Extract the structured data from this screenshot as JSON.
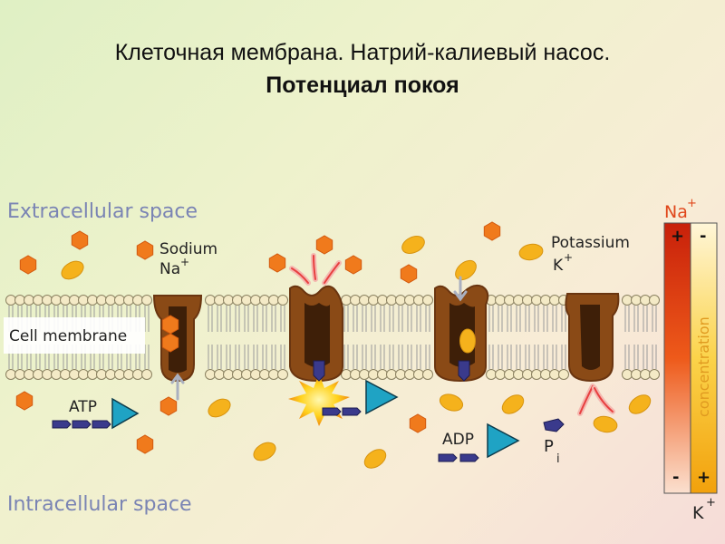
{
  "slide": {
    "title": "Клеточная мембрана. Натрий-калиевый насос.",
    "subtitle": "Потенциал покоя"
  },
  "diagram": {
    "extracellular_label": "Extracellular space",
    "intracellular_label": "Intracellular space",
    "membrane_label": "Cell membrane",
    "sodium_label": "Sodium",
    "sodium_symbol": "Na",
    "sodium_charge": "+",
    "potassium_label": "Potassium",
    "potassium_symbol": "K",
    "potassium_charge": "+",
    "atp_label": "ATP",
    "adp_label": "ADP",
    "pi_label": "P",
    "pi_sub": "i",
    "gradient": {
      "na_symbol": "Na",
      "na_charge": "+",
      "k_symbol": "K",
      "k_charge": "+",
      "concentration_label": "concentration",
      "na_top_sign": "+",
      "na_bottom_sign": "-",
      "k_top_sign": "-",
      "k_bottom_sign": "+"
    },
    "colors": {
      "sodium": "#f07a1c",
      "potassium": "#f5b21c",
      "pump": "#8a4a16",
      "phosphate": "#3a3a8c",
      "atp_triangle": "#1fa3c4",
      "label_blue": "#7a84b4"
    }
  }
}
